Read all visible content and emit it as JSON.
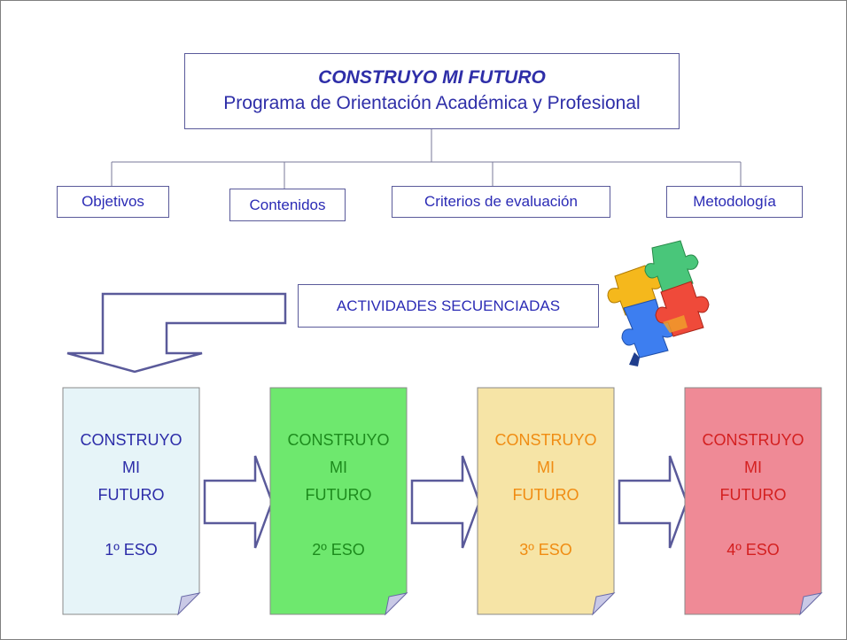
{
  "title": {
    "main": "CONSTRUYO MI FUTURO",
    "subtitle": "Programa de Orientación Académica y Profesional"
  },
  "categories": [
    "Objetivos",
    "Contenidos",
    "Criterios de evaluación",
    "Metodología"
  ],
  "activities_label": "ACTIVIDADES SECUENCIADAS",
  "puzzle_icon": "puzzle-pieces-icon",
  "cards": [
    {
      "line1": "CONSTRUYO",
      "line2": "MI",
      "line3": "FUTURO",
      "level": "1º ESO",
      "fill": "#e6f4f8",
      "text_color": "#2c2ca8"
    },
    {
      "line1": "CONSTRUYO",
      "line2": "MI",
      "line3": "FUTURO",
      "level": "2º ESO",
      "fill": "#6ee86e",
      "text_color": "#1d8b1d"
    },
    {
      "line1": "CONSTRUYO",
      "line2": "MI",
      "line3": "FUTURO",
      "level": "3º ESO",
      "fill": "#f6e4a6",
      "text_color": "#f08c12"
    },
    {
      "line1": "CONSTRUYO",
      "line2": "MI",
      "line3": "FUTURO",
      "level": "4º ESO",
      "fill": "#ef8a96",
      "text_color": "#d42020"
    }
  ],
  "colors": {
    "border": "#5a5a9a",
    "text": "#2e2ea8"
  }
}
